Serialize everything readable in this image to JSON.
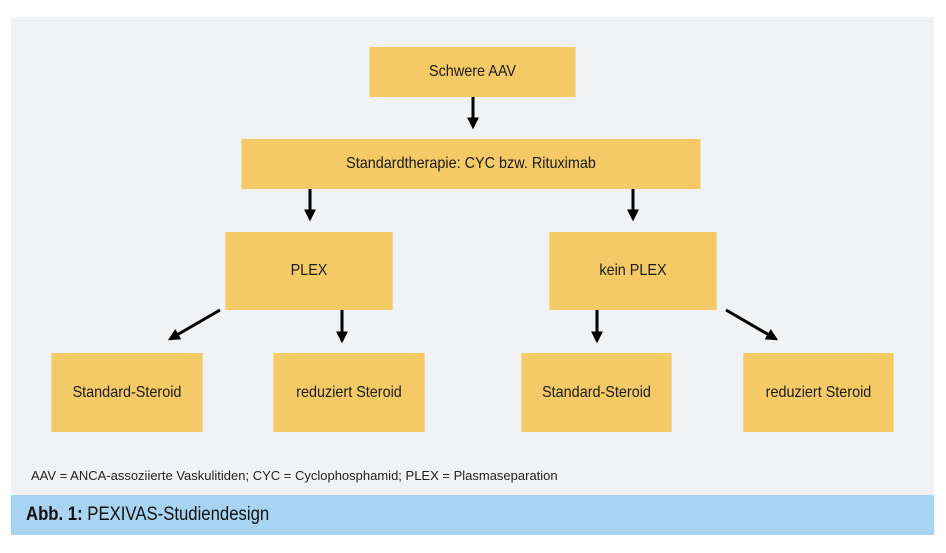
{
  "diagram": {
    "nodes": {
      "root": "Schwere AAV",
      "therapy": "Standardtherapie: CYC bzw. Rituximab",
      "plex": "PLEX",
      "no_plex": "kein PLEX",
      "plex_standard": "Standard-Steroid",
      "plex_reduced": "reduziert Steroid",
      "no_plex_standard": "Standard-Steroid",
      "no_plex_reduced": "reduziert Steroid"
    },
    "edges": [
      [
        "root",
        "therapy"
      ],
      [
        "therapy",
        "plex"
      ],
      [
        "therapy",
        "no_plex"
      ],
      [
        "plex",
        "plex_standard"
      ],
      [
        "plex",
        "plex_reduced"
      ],
      [
        "no_plex",
        "no_plex_standard"
      ],
      [
        "no_plex",
        "no_plex_reduced"
      ]
    ],
    "colors": {
      "box": "#f4ca66",
      "panel": "#f1f2f4",
      "caption_bar": "#a8d4f2",
      "arrow": "#000000"
    }
  },
  "footnote": "AAV = ANCA-assoziierte Vaskulitiden; CYC = Cyclophosphamid; PLEX = Plasmaseparation",
  "caption": {
    "label": "Abb. 1:",
    "title": " PEXIVAS-Studiendesign"
  }
}
